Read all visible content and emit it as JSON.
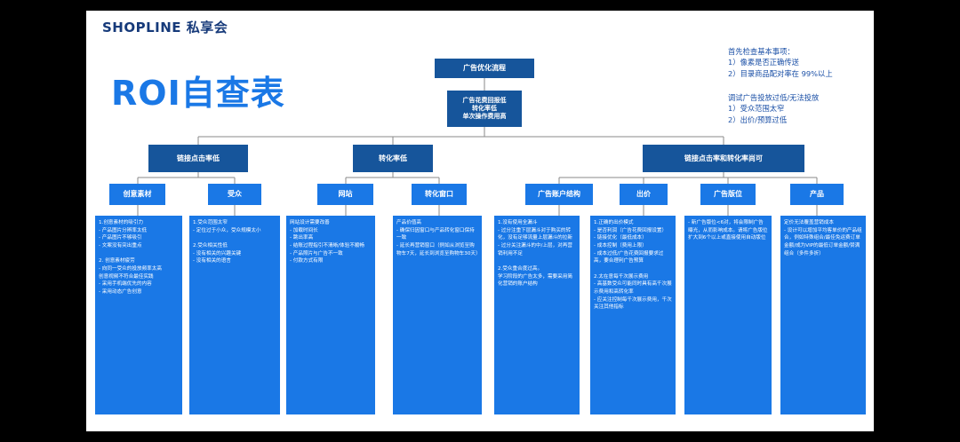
{
  "brand": {
    "logo": "SHOPLINE 私享会"
  },
  "title": "ROI自查表",
  "notes": {
    "block1": "首先检查基本事项：\n1）像素是否正确传送\n2）目录商品配对率在 99%以上",
    "block2": "调试广告投放过低/无法投放\n1）受众范围太窄\n2）出价/预算过低"
  },
  "root": "广告优化流程",
  "problem": "广告花费回报低\n转化率低\n单次操作费用高",
  "branches": [
    "链接点击率低",
    "转化率低",
    "链接点击率和转化率尚可"
  ],
  "categories": [
    "创意素材",
    "受众",
    "网站",
    "转化窗口",
    "广告账户结构",
    "出价",
    "广告版位",
    "产品"
  ],
  "details": [
    "1.创意素材的吸引力\n- 产品图片分辨率太低\n- 产品图片不够吸引\n- 文案没有突出重点\n\n2. 创意素材疲劳\n- 向同一受众的投放频率太高\n  创意视频不符合最佳实践\n- 采用手机端优先的内容\n- 采用动态广告创意",
    "1.受众范围太窄\n- 定位过于小众，受众规模太小\n\n2.受众相关性低\n- 没有相关的兴趣关键\n- 没有相关的语言",
    "网站设计需要改善\n- 加载时间长\n- 跳出率高\n- 结账过程指引不清晰/体验不顺畅\n- 产品照片与广告不一致\n- 付款方式有限",
    "产品价值高\n- 确保归因窗口与产品转化窗口保持一致\n- 延长再营销窗口（例如从浏览至购物车7天，延长到浏览至购物车30天）",
    "1.没有使用全漏斗\n- 过分注重下层漏斗对于购买的转化，没有足够流量上层漏斗的拉新\n- 过分关注漏斗的中/上层，对再营销利用不足\n\n2.受众重合度过高。\n学习阶段的广告太多，需要采用简化营销的账户结构",
    "1.正确的出价模式\n- 是否利润（广告花费回报设置）\n- 链接优化（最低成本）\n- 成本控制（费用上限）\n- 成本过低/广告花费回报要求过高，要合理利广告预算\n\n2.太在意每千次展示费用\n- 高基数受众可能同时具有高千次展示费用和高转化率\n- 应关注控制每千次展示费用，千次关注其他指标",
    "- 新广告版位<6对，将会限制广告曝光，从而影响成本。请将广告版位扩大到6个以上或直接使用自动版位",
    "定价无法覆盖营销成本\n- 设计可以增加平均客单价的产品组合，例如特殊组合/最佳免运费订单金额/成为VIP的最低订单金额/赞满组合（多件多折）"
  ]
}
